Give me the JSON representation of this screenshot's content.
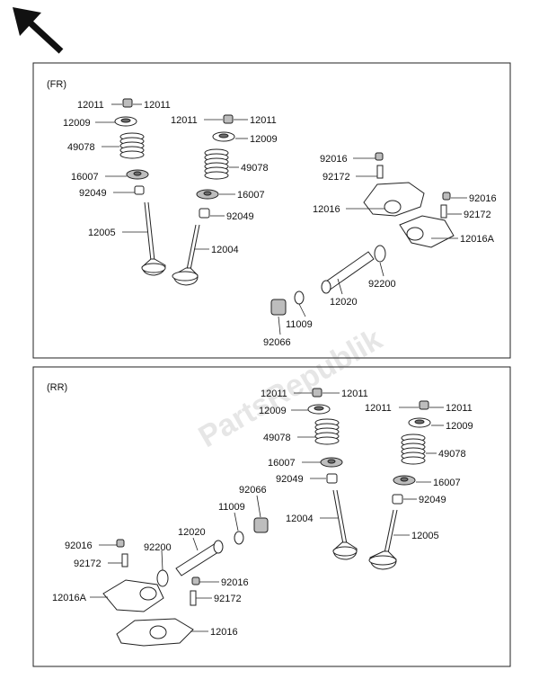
{
  "watermark": "PartsRepublik",
  "panels": {
    "front": {
      "section_label": "(FR)",
      "labels": [
        "12011",
        "12011",
        "12009",
        "49078",
        "16007",
        "92049",
        "12005",
        "12011",
        "12011",
        "12009",
        "49078",
        "16007",
        "92049",
        "12004",
        "92016",
        "92172",
        "12016",
        "92016",
        "92172",
        "12016A",
        "92200",
        "12020",
        "11009",
        "92066"
      ]
    },
    "rear": {
      "section_label": "(RR)",
      "labels": [
        "12011",
        "12011",
        "12009",
        "49078",
        "16007",
        "92049",
        "12004",
        "12011",
        "12011",
        "12009",
        "49078",
        "16007",
        "92049",
        "12005",
        "92066",
        "11009",
        "12020",
        "92200",
        "92016",
        "92172",
        "12016A",
        "92016",
        "92172",
        "12016"
      ]
    }
  }
}
